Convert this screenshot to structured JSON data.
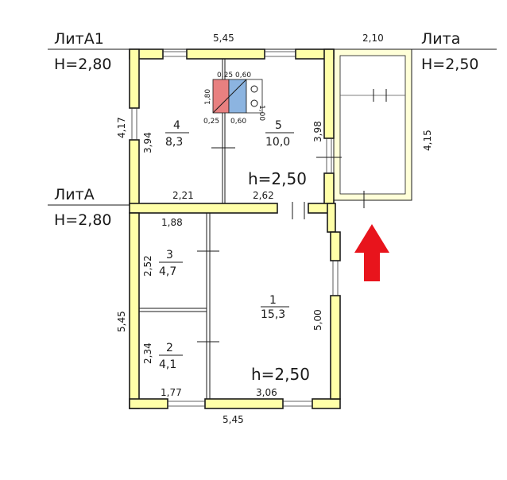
{
  "labels": {
    "lit_a1": "ЛитА1",
    "h_a1": "Н=2,80",
    "lit_a": "ЛитА",
    "h_a": "Н=2,80",
    "lit_a_small": "Лита",
    "h_a_small": "Н=2,50",
    "h_room5": "h=2,50",
    "h_room1": "h=2,50"
  },
  "dimensions": {
    "top_a1": "5,45",
    "top_annex": "2,10",
    "left_a1_outer": "4,17",
    "left_room4": "3,94",
    "right_room5": "3,98",
    "annex_height": "4,15",
    "room4_bottom": "2,21",
    "room5_bottom": "2,62",
    "room3_top": "1,88",
    "room3_side": "2,52",
    "left_a_outer": "5,45",
    "room2_side": "2,34",
    "room2_bottom": "1,77",
    "room1_bottom": "3,06",
    "room1_right": "5,00",
    "bottom_total": "5,45"
  },
  "rooms": [
    {
      "number": "4",
      "area": "8,3"
    },
    {
      "number": "5",
      "area": "10,0"
    },
    {
      "number": "3",
      "area": "4,7"
    },
    {
      "number": "2",
      "area": "4,1"
    },
    {
      "number": "1",
      "area": "15,3"
    }
  ],
  "stove": {
    "w_top_left": "0,25",
    "w_top_right": "0,60",
    "h_left": "1,80",
    "h_right": "1,00",
    "w_bottom_left": "0,25",
    "w_bottom_right": "0,60"
  },
  "colors": {
    "wall_fill": "#ffffa8",
    "arrow": "#e8141c",
    "stove_red": "#e88080",
    "stove_blue": "#8cb4e0"
  }
}
